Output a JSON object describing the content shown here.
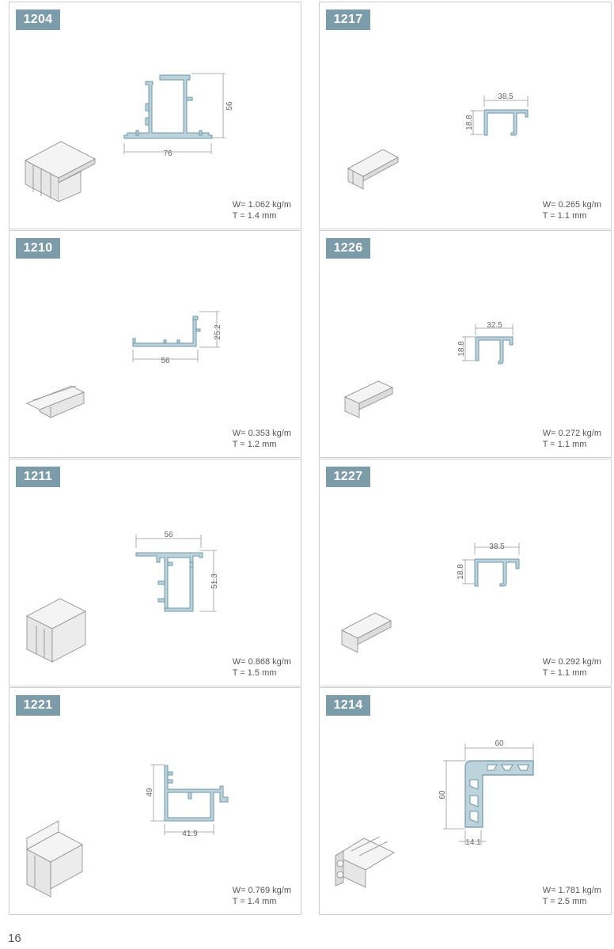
{
  "page_number": "16",
  "colors": {
    "badge": "#7d9ca9",
    "profile_fill": "#bcd3dc",
    "profile_stroke": "#6f97a7"
  },
  "products": [
    {
      "code": "1204",
      "dims": [
        "56",
        "76"
      ],
      "weight": "W= 1.062 kg/m",
      "thickness": "T = 1.4 mm"
    },
    {
      "code": "1217",
      "dims": [
        "38.5",
        "18.8"
      ],
      "weight": "W= 0.265 kg/m",
      "thickness": "T = 1.1 mm"
    },
    {
      "code": "1210",
      "dims": [
        "25.2",
        "56"
      ],
      "weight": "W= 0.353 kg/m",
      "thickness": "T = 1.2 mm"
    },
    {
      "code": "1226",
      "dims": [
        "32.5",
        "18.8"
      ],
      "weight": "W= 0.272 kg/m",
      "thickness": "T = 1.1 mm"
    },
    {
      "code": "1211",
      "dims": [
        "56",
        "51.3"
      ],
      "weight": "W= 0.868 kg/m",
      "thickness": "T = 1.5 mm"
    },
    {
      "code": "1227",
      "dims": [
        "38.5",
        "18.8"
      ],
      "weight": "W= 0.292 kg/m",
      "thickness": "T = 1.1 mm"
    },
    {
      "code": "1221",
      "dims": [
        "49",
        "41.9"
      ],
      "weight": "W= 0.769 kg/m",
      "thickness": "T = 1.4 mm"
    },
    {
      "code": "1214",
      "dims": [
        "60",
        "60",
        "14.1"
      ],
      "weight": "W= 1.781 kg/m",
      "thickness": "T = 2.5 mm"
    }
  ]
}
